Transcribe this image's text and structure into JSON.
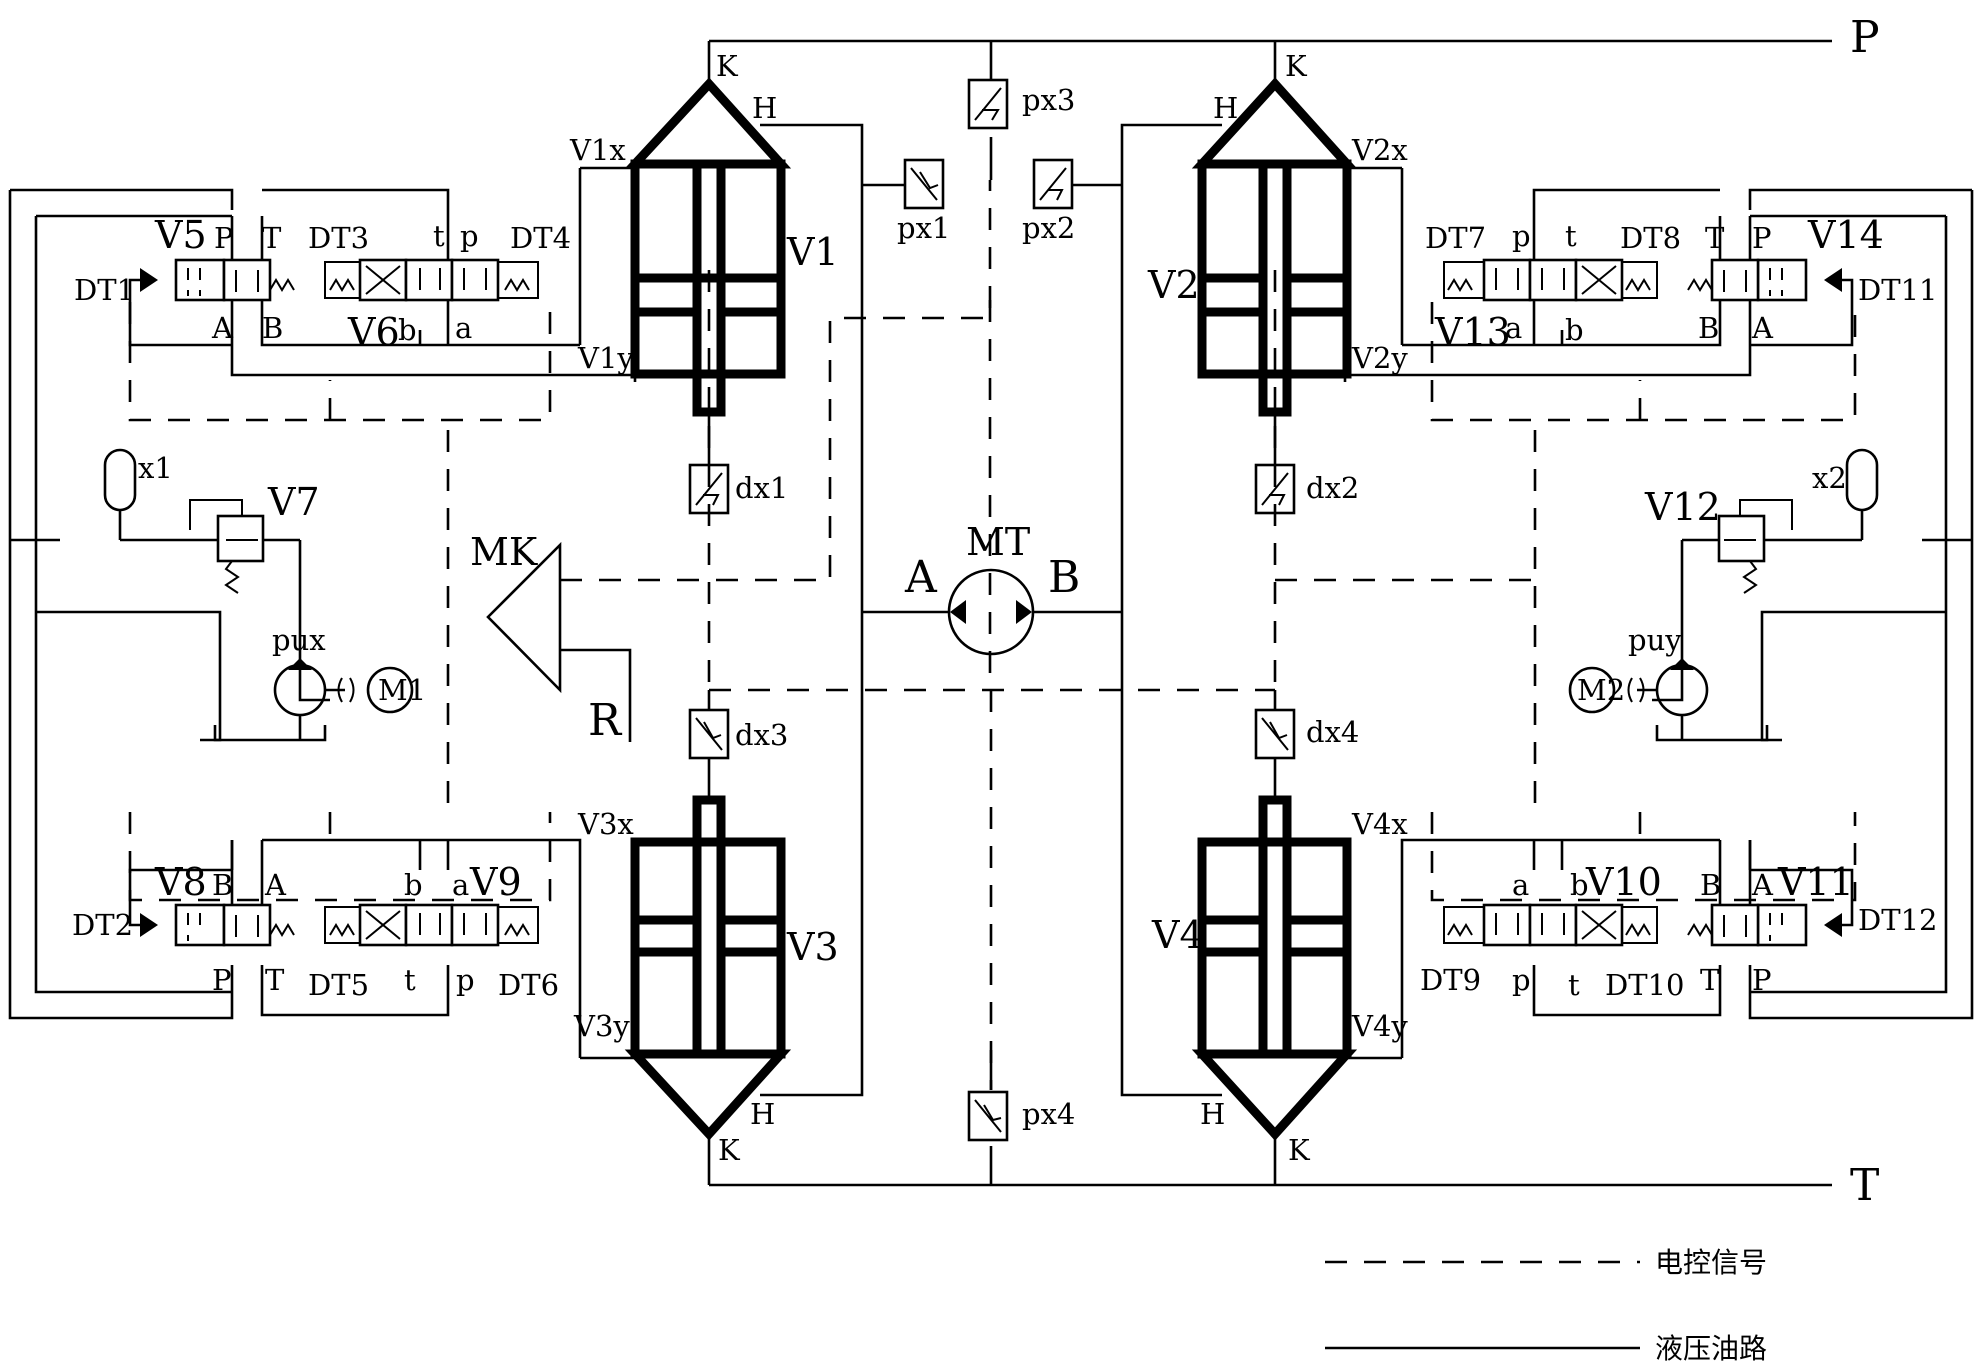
{
  "labels": {
    "P": "P",
    "T": "T",
    "K": "K",
    "H": "H",
    "V1": "V1",
    "V2": "V2",
    "V3": "V3",
    "V4": "V4",
    "V5": "V5",
    "V6": "V6",
    "V7": "V7",
    "V8": "V8",
    "V9": "V9",
    "V10": "V10",
    "V11": "V11",
    "V12": "V12",
    "V13": "V13",
    "V14": "V14",
    "V1x": "V1x",
    "V1y": "V1y",
    "V2x": "V2x",
    "V2y": "V2y",
    "V3x": "V3x",
    "V3y": "V3y",
    "V4x": "V4x",
    "V4y": "V4y",
    "px1": "px1",
    "px2": "px2",
    "px3": "px3",
    "px4": "px4",
    "dx1": "dx1",
    "dx2": "dx2",
    "dx3": "dx3",
    "dx4": "dx4",
    "DT1": "DT1",
    "DT2": "DT2",
    "DT3": "DT3",
    "DT4": "DT4",
    "DT5": "DT5",
    "DT6": "DT6",
    "DT7": "DT7",
    "DT8": "DT8",
    "DT9": "DT9",
    "DT10": "DT10",
    "DT11": "DT11",
    "DT12": "DT12",
    "MK": "MK",
    "MT": "MT",
    "A": "A",
    "B": "B",
    "R": "R",
    "x1": "x1",
    "x2": "x2",
    "pux": "pux",
    "puy": "puy",
    "M1": "M1",
    "M2": "M2",
    "p_upper": "P",
    "t_upper": "T",
    "a_upper": "A",
    "b_upper": "B",
    "p": "p",
    "t": "t",
    "a": "a",
    "b": "b"
  },
  "legend": {
    "electric": "电控信号",
    "hydraulic": "液压油路"
  }
}
